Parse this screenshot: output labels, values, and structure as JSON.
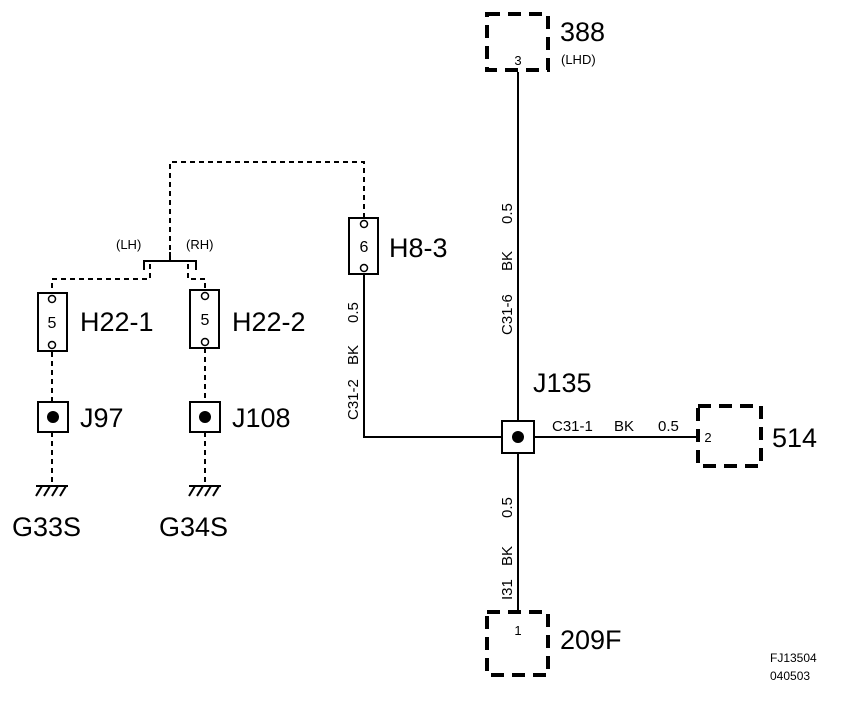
{
  "components": {
    "c388": {
      "label": "388",
      "note": "(LHD)",
      "pin": "3"
    },
    "c514": {
      "label": "514",
      "pin": "2"
    },
    "c209f": {
      "label": "209F",
      "pin": "1"
    }
  },
  "connectors": {
    "h8_3": {
      "label": "H8-3",
      "pin": "6"
    },
    "h22_1": {
      "label": "H22-1",
      "pin": "5"
    },
    "h22_2": {
      "label": "H22-2",
      "pin": "5"
    }
  },
  "splices": {
    "j135": {
      "label": "J135"
    },
    "j97": {
      "label": "J97"
    },
    "j108": {
      "label": "J108"
    }
  },
  "grounds": {
    "g33s": {
      "label": "G33S"
    },
    "g34s": {
      "label": "G34S"
    }
  },
  "options": {
    "lh": "(LH)",
    "rh": "(RH)"
  },
  "wires": {
    "c31_6": {
      "circuit": "C31-6",
      "color": "BK",
      "size": "0.5"
    },
    "c31_2": {
      "circuit": "C31-2",
      "color": "BK",
      "size": "0.5"
    },
    "c31_1": {
      "circuit": "C31-1",
      "color": "BK",
      "size": "0.5"
    },
    "i31": {
      "circuit": "I31",
      "color": "BK",
      "size": "0.5"
    }
  },
  "footer": {
    "figure_id": "FJ13504",
    "date_code": "040503"
  }
}
